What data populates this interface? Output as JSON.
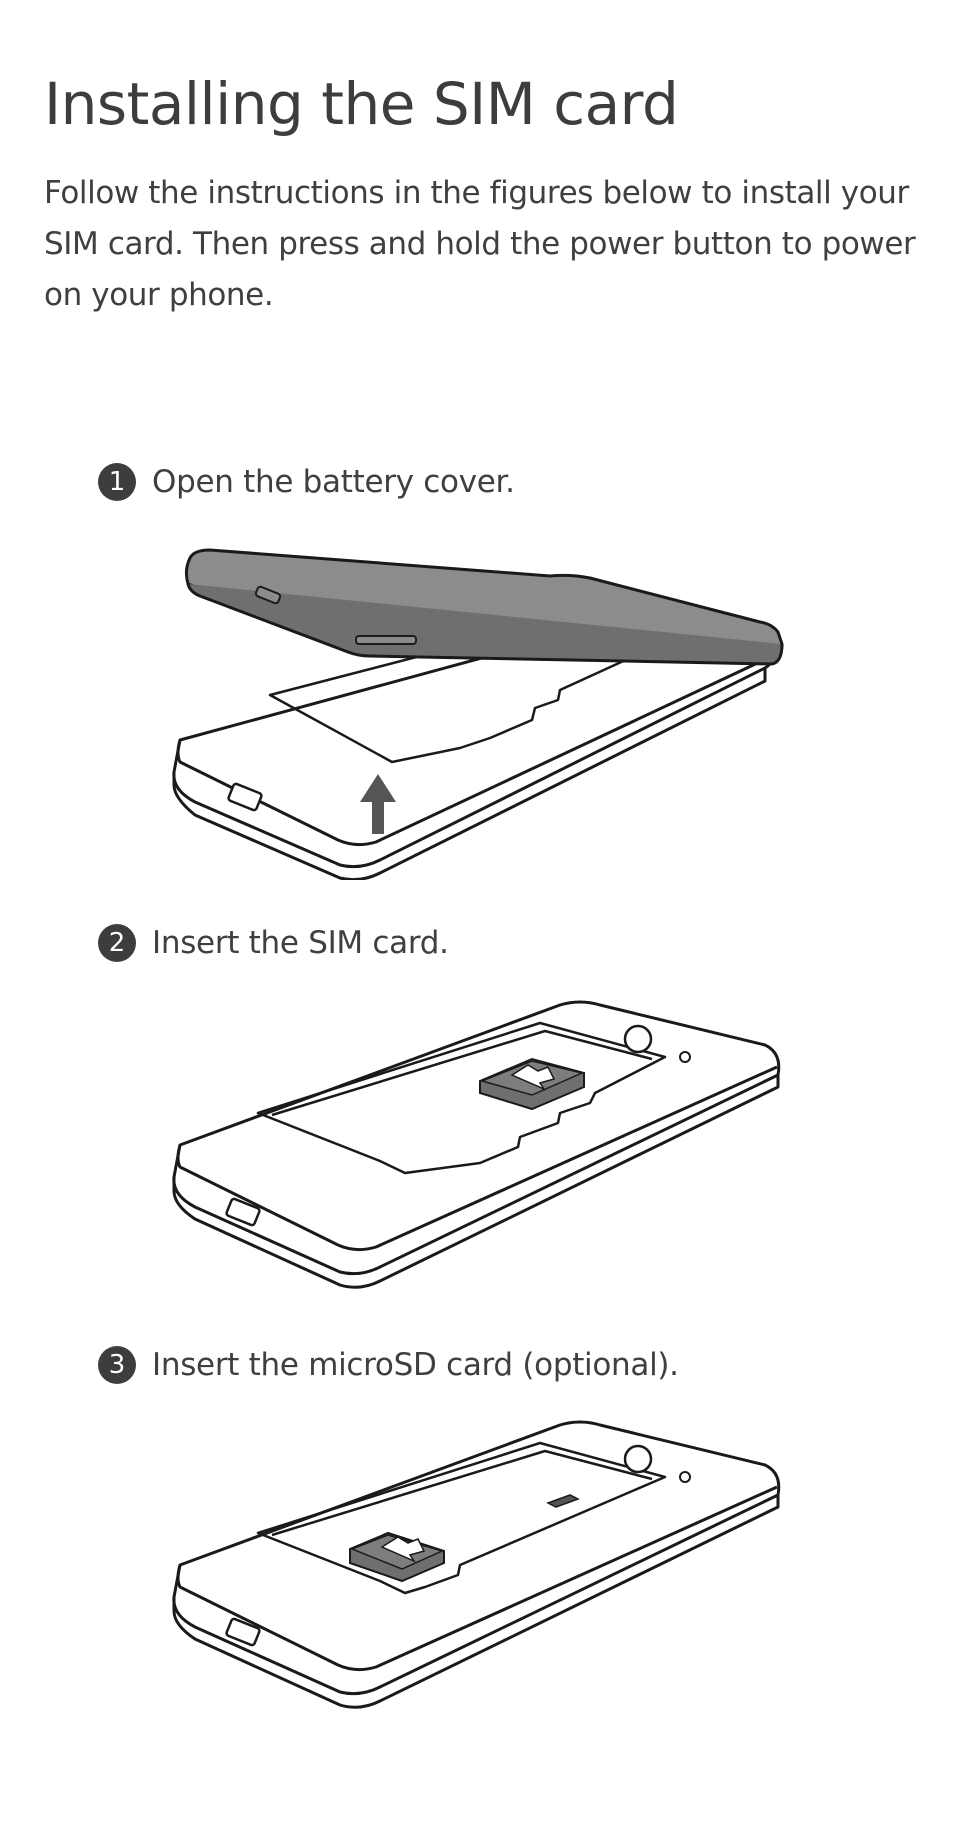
{
  "doc": {
    "title": "Installing the SIM card",
    "intro": "Follow the instructions in the figures below to install your SIM card. Then press and hold the power button to power on your phone."
  },
  "steps": [
    {
      "number": "1",
      "text": "Open the battery cover."
    },
    {
      "number": "2",
      "text": "Insert the SIM card."
    },
    {
      "number": "3",
      "text": "Insert the microSD card (optional)."
    }
  ],
  "icons": {
    "figure1": "phone-open-cover-illustration",
    "figure2": "phone-insert-sim-illustration",
    "figure3": "phone-insert-microsd-illustration"
  },
  "colors": {
    "text": "#3f3f3f",
    "badge": "#3d3d3d",
    "cover": "#8c8c8c",
    "card": "#6f6f6f"
  }
}
